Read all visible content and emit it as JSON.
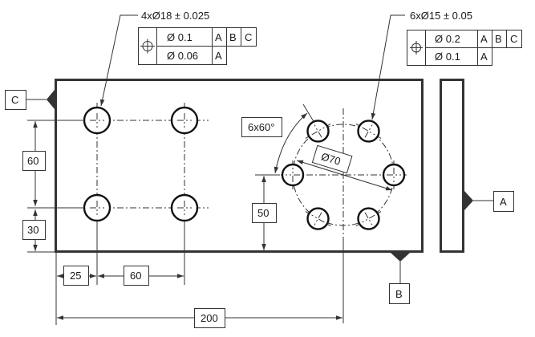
{
  "drawing": {
    "title": "Positional tolerance drawing of plate with hole patterns",
    "colors": {
      "line": "#333333",
      "background": "#ffffff"
    }
  },
  "callouts": {
    "hole_pattern_4": {
      "note": "4xØ18 ± 0.025",
      "frame": {
        "symbol": "position-icon",
        "rows": [
          {
            "tolerance": "Ø 0.1",
            "datums": [
              "A",
              "B",
              "C"
            ]
          },
          {
            "tolerance": "Ø 0.06",
            "datums": [
              "A"
            ]
          }
        ]
      }
    },
    "hole_pattern_6": {
      "note": "6xØ15 ± 0.05",
      "frame": {
        "symbol": "position-icon",
        "rows": [
          {
            "tolerance": "Ø 0.2",
            "datums": [
              "A",
              "B",
              "C"
            ]
          },
          {
            "tolerance": "Ø 0.1",
            "datums": [
              "A"
            ]
          }
        ]
      }
    }
  },
  "datums": {
    "A": "A",
    "B": "B",
    "C": "C"
  },
  "dimensions": {
    "vert_hole_spacing": "60",
    "vert_bottom_to_hole": "30",
    "horiz_edge_to_hole": "25",
    "horiz_hole_spacing": "60",
    "overall_to_bolt_circle": "200",
    "bolt_circle_height": "50",
    "bolt_circle_diameter": "Ø70",
    "angular_spacing": "6x60°"
  }
}
